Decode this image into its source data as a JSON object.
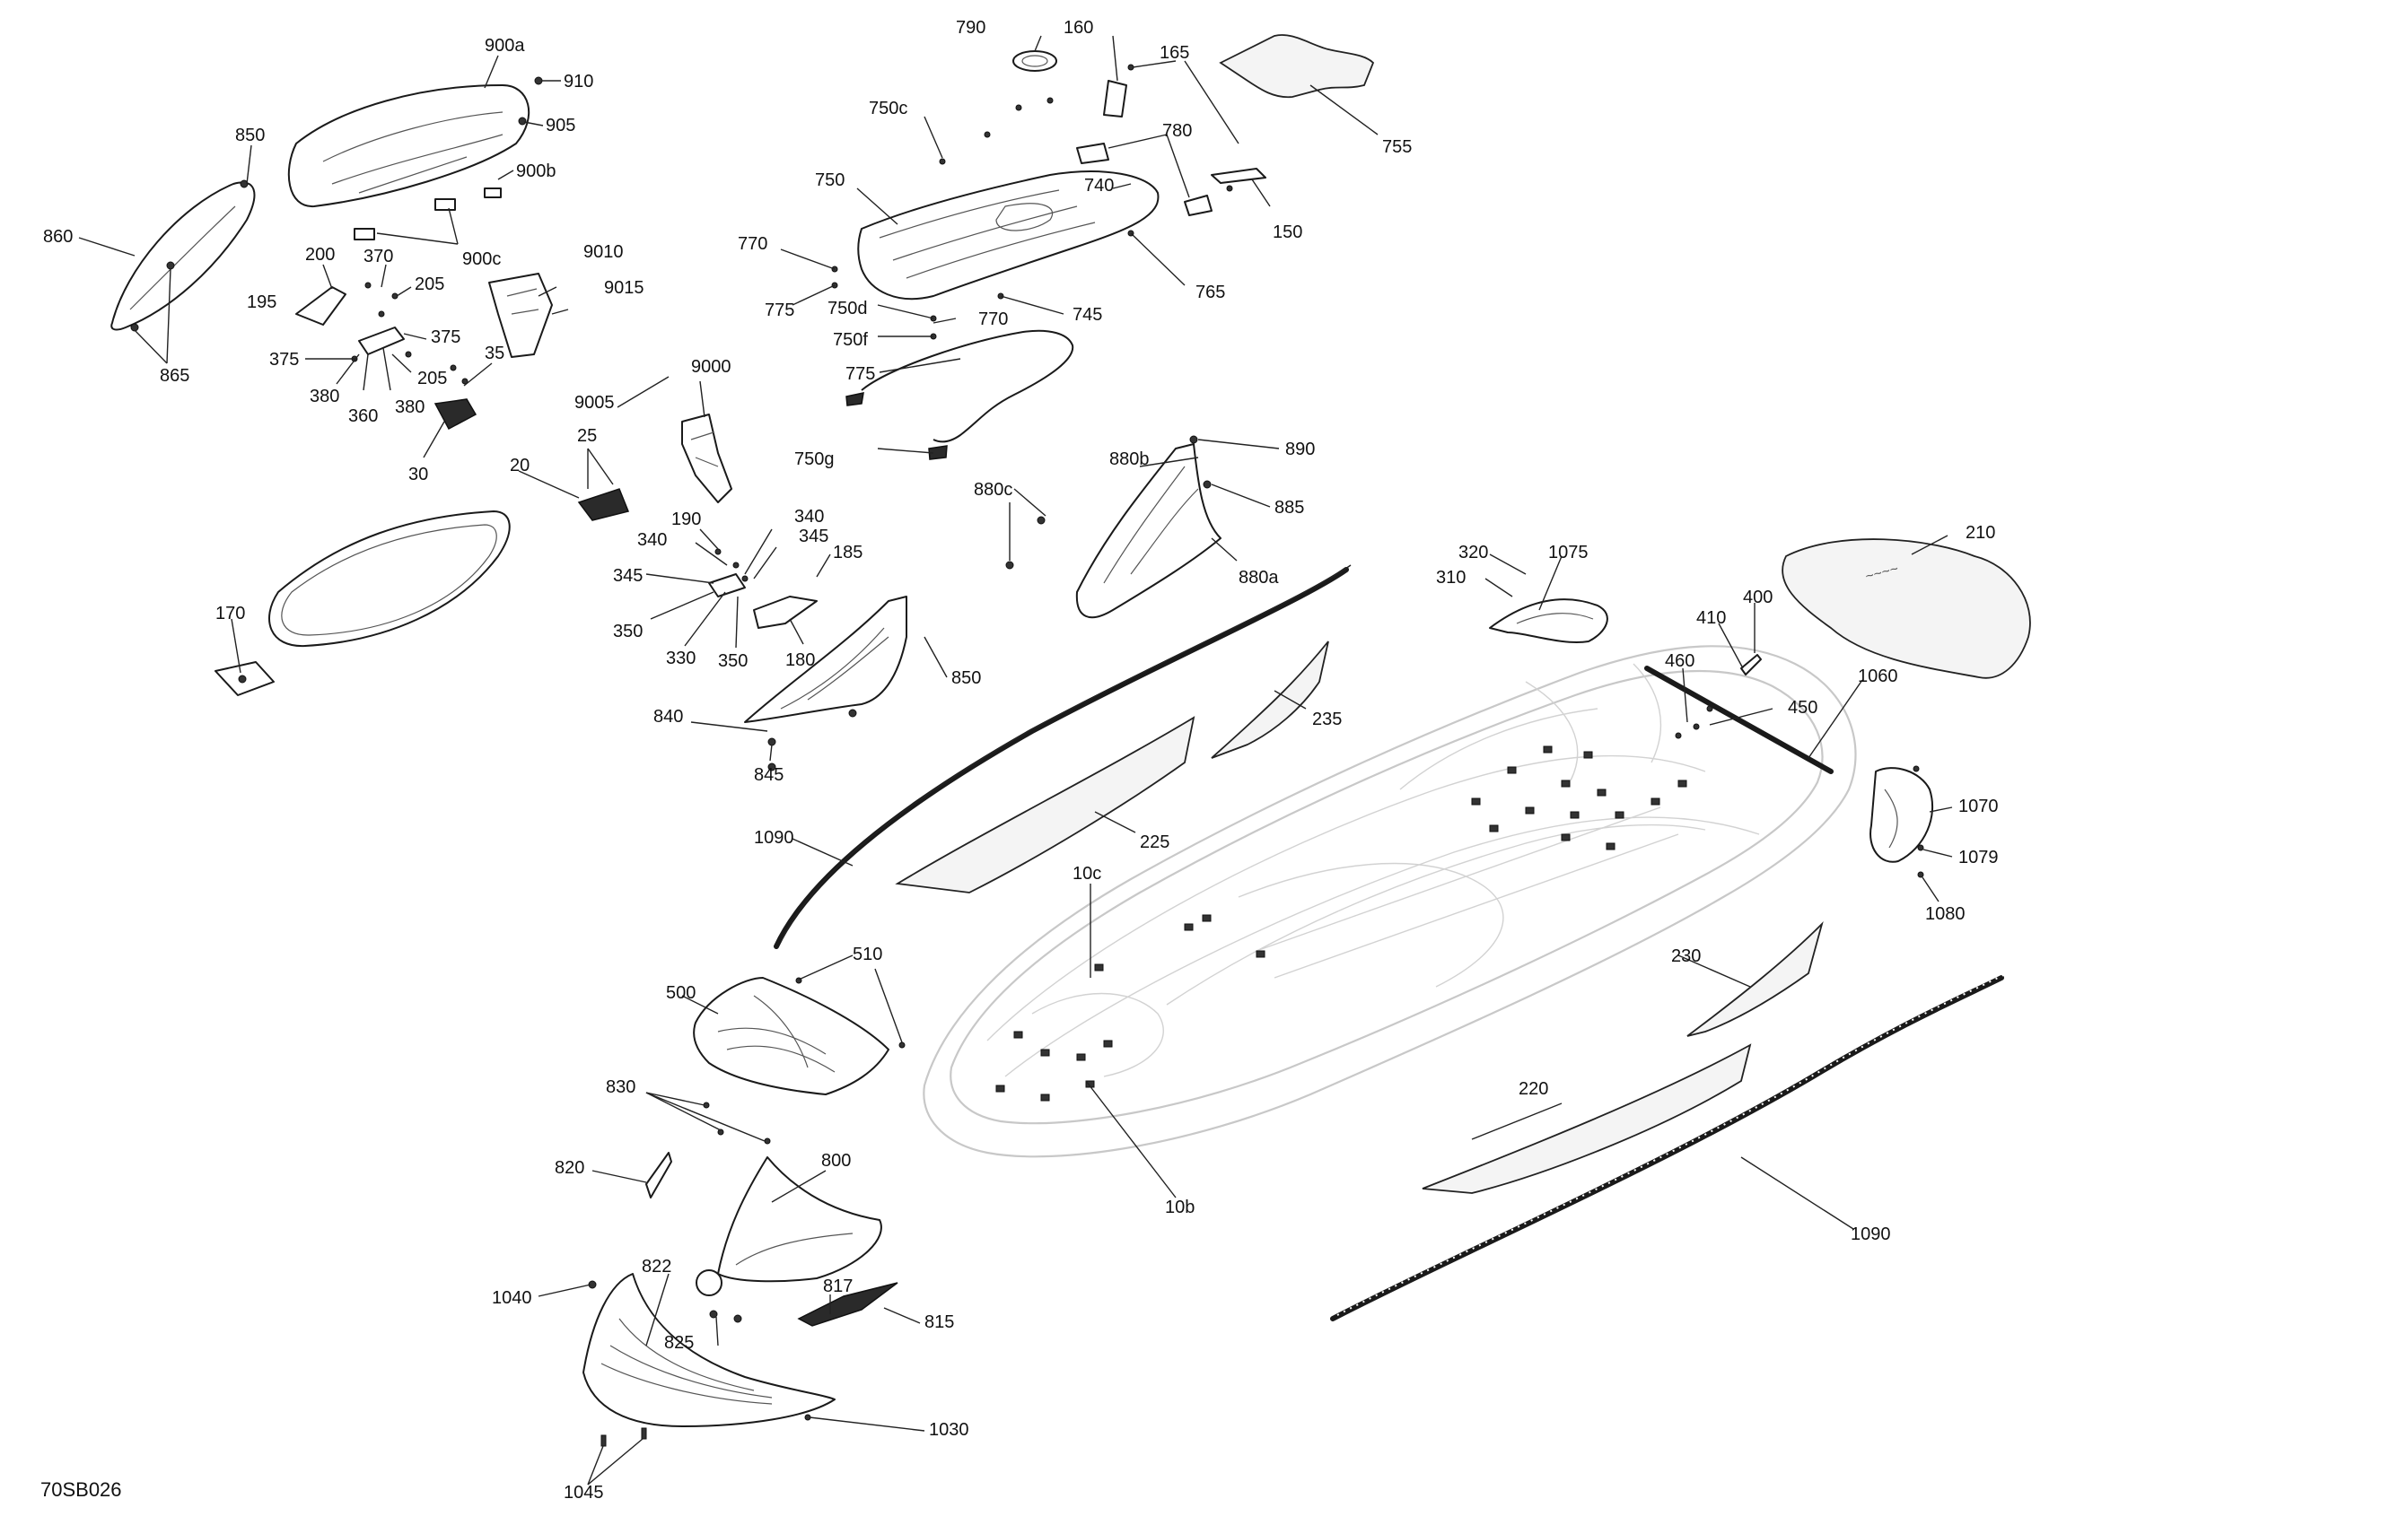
{
  "diagram_id": "70SB026",
  "callouts": {
    "c900a": "900a",
    "c910": "910",
    "c905": "905",
    "c900b": "900b",
    "c900c": "900c",
    "c850_top": "850",
    "c860": "860",
    "c865": "865",
    "c200": "200",
    "c370": "370",
    "c205_a": "205",
    "c195": "195",
    "c375_a": "375",
    "c375_b": "375",
    "c380_a": "380",
    "c360": "360",
    "c380_b": "380",
    "c205_b": "205",
    "c35": "35",
    "c30": "30",
    "c9010": "9010",
    "c9015": "9015",
    "c9000": "9000",
    "c9005": "9005",
    "c25": "25",
    "c20": "20",
    "c170": "170",
    "c190": "190",
    "c340_a": "340",
    "c345_a": "345",
    "c340_b": "340",
    "c345_b": "345",
    "c350_a": "350",
    "c330": "330",
    "c350_b": "350",
    "c185": "185",
    "c180": "180",
    "c850_mid": "850",
    "c840": "840",
    "c845": "845",
    "c790": "790",
    "c160": "160",
    "c165": "165",
    "c755": "755",
    "c750c": "750c",
    "c780": "780",
    "c750": "750",
    "c740": "740",
    "c150": "150",
    "c770_a": "770",
    "c765": "765",
    "c775_a": "775",
    "c745": "745",
    "c750d": "750d",
    "c770_b": "770",
    "c750f": "750f",
    "c775_b": "775",
    "c750g": "750g",
    "c890": "890",
    "c880b": "880b",
    "c880c": "880c",
    "c885": "885",
    "c880a": "880a",
    "c235": "235",
    "c225": "225",
    "c1090_top": "1090",
    "c10c": "10c",
    "c320": "320",
    "c1075": "1075",
    "c310": "310",
    "c210": "210",
    "c400": "400",
    "c410": "410",
    "c460": "460",
    "c1060": "1060",
    "c450": "450",
    "c1070": "1070",
    "c1079": "1079",
    "c1080": "1080",
    "c510": "510",
    "c500": "500",
    "c830": "830",
    "c820": "820",
    "c800": "800",
    "c822": "822",
    "c1040": "1040",
    "c817": "817",
    "c815": "815",
    "c825": "825",
    "c1030": "1030",
    "c1045": "1045",
    "c230": "230",
    "c220": "220",
    "c10b": "10b",
    "c1090_bottom": "1090"
  }
}
